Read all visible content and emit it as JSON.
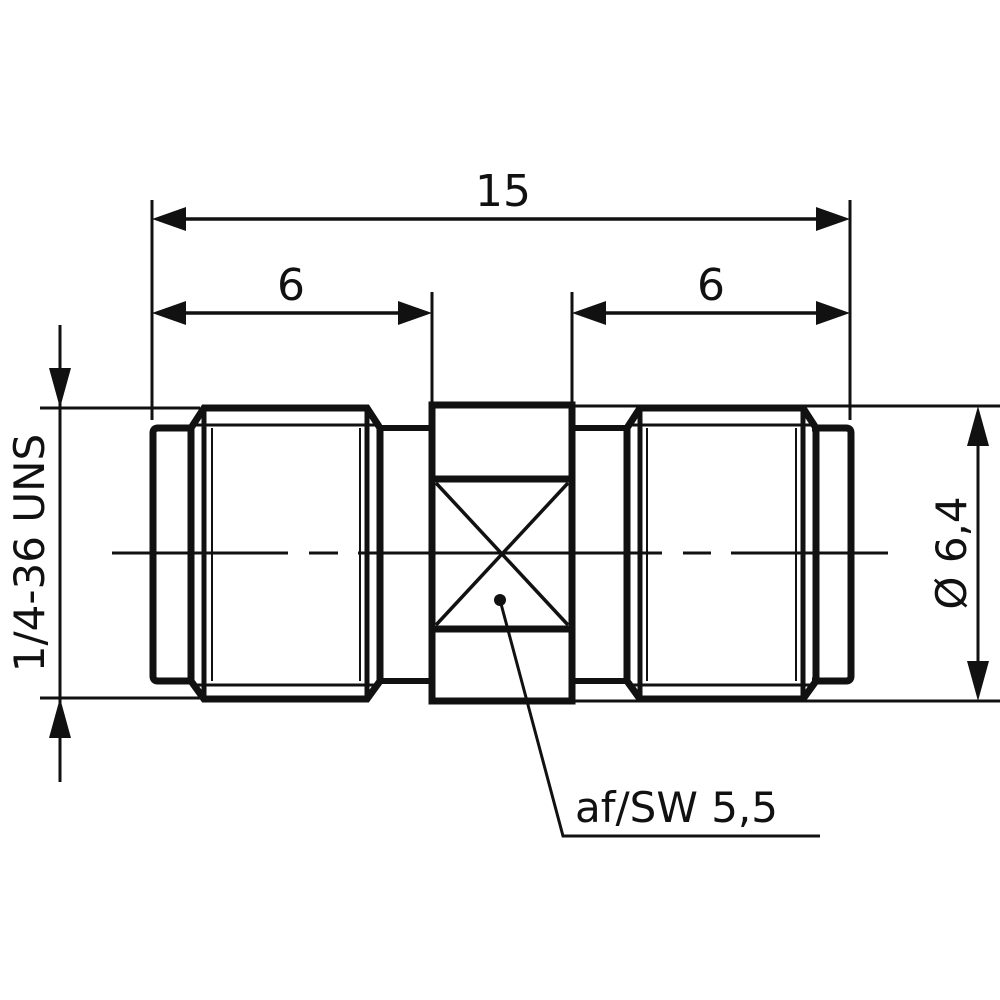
{
  "drawing": {
    "subject": "Adapter, thread to thread, with hex flat",
    "colors": {
      "line": "#111111",
      "background": "#ffffff"
    },
    "dimensions": {
      "overall_length": "15",
      "left_thread_length": "6",
      "right_thread_length": "6",
      "thread_spec": "1/4-36 UNS",
      "outer_diameter": "Ø 6,4",
      "wrench_size": "af/SW 5,5"
    }
  }
}
